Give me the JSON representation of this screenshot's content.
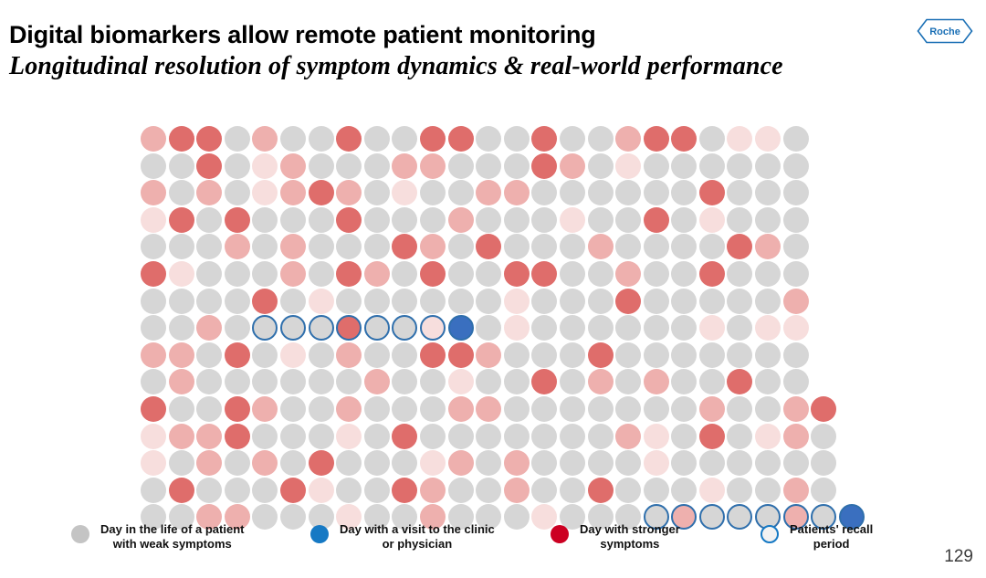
{
  "header": {
    "title": "Digital biomarkers allow remote patient monitoring",
    "subtitle": "Longitudinal resolution of symptom dynamics & real-world performance"
  },
  "logo": {
    "name": "roche-logo",
    "text": "Roche",
    "color": "#1a6fb5"
  },
  "page_number": "129",
  "palette": {
    "grey": "#d6d6d6",
    "pink_light": "#f7dedd",
    "pink_mid": "#eeb0ae",
    "red_strong": "#df6d6b",
    "blue_solid": "#3a6fbf",
    "blue_ring": "#2f6fac",
    "legend_grey": "#c4c4c4",
    "legend_blue": "#1679c4",
    "legend_red": "#cc0022"
  },
  "legend": {
    "items": [
      {
        "name": "legend-weak-symptoms",
        "swatch": "grey",
        "label": "Day in the life of a patient\nwith weak symptoms"
      },
      {
        "name": "legend-clinic-visit",
        "swatch": "blue",
        "label": "Day with a visit to the clinic\nor physician"
      },
      {
        "name": "legend-strong-symptoms",
        "swatch": "red",
        "label": "Day with stronger\nsymptoms"
      },
      {
        "name": "legend-recall-period",
        "swatch": "ring",
        "label": "Patients' recall\nperiod"
      }
    ]
  },
  "chart_data": {
    "type": "heatmap",
    "title": "Digital biomarkers allow remote patient monitoring",
    "subtitle": "Longitudinal resolution of symptom dynamics & real-world performance",
    "xlabel": "",
    "ylabel": "",
    "grid": false,
    "legend_position": "bottom",
    "rows": 15,
    "columns": 25,
    "cell_legend": {
      "g": "Day in the life of a patient with weak symptoms",
      "p": "Mild symptom day (light pink)",
      "m": "Moderate symptom day (medium pink)",
      "r": "Day with stronger symptoms",
      "B": "Day with a visit to the clinic or physician",
      "Rg": "Patients' recall period — grey day",
      "Rp": "Patients' recall period — light pink day",
      "Rm": "Patients' recall period — medium pink day",
      "Rr": "Patients' recall period — stronger symptom day",
      "RB": "Patients' recall period — clinic visit day"
    },
    "matrix": [
      [
        "m",
        "r",
        "r",
        "g",
        "m",
        "g",
        "g",
        "r",
        "g",
        "g",
        "r",
        "r",
        "g",
        "g",
        "r",
        "g",
        "g",
        "m",
        "r",
        "r",
        "g",
        "p",
        "p",
        "g"
      ],
      [
        "g",
        "g",
        "r",
        "g",
        "p",
        "m",
        "g",
        "g",
        "g",
        "m",
        "m",
        "g",
        "g",
        "g",
        "r",
        "m",
        "g",
        "p",
        "g",
        "g",
        "g",
        "g",
        "g",
        "g"
      ],
      [
        "m",
        "g",
        "m",
        "g",
        "p",
        "m",
        "r",
        "m",
        "g",
        "p",
        "g",
        "g",
        "m",
        "m",
        "g",
        "g",
        "g",
        "g",
        "g",
        "g",
        "r",
        "g",
        "g",
        "g"
      ],
      [
        "p",
        "r",
        "g",
        "r",
        "g",
        "g",
        "g",
        "r",
        "g",
        "g",
        "g",
        "m",
        "g",
        "g",
        "g",
        "p",
        "g",
        "g",
        "r",
        "g",
        "p",
        "g",
        "g",
        "g"
      ],
      [
        "g",
        "g",
        "g",
        "m",
        "g",
        "m",
        "g",
        "g",
        "g",
        "r",
        "m",
        "g",
        "r",
        "g",
        "g",
        "g",
        "m",
        "g",
        "g",
        "g",
        "g",
        "r",
        "m",
        "g"
      ],
      [
        "r",
        "p",
        "g",
        "g",
        "g",
        "m",
        "g",
        "r",
        "m",
        "g",
        "r",
        "g",
        "g",
        "r",
        "r",
        "g",
        "g",
        "m",
        "g",
        "g",
        "r",
        "g",
        "g",
        "g"
      ],
      [
        "g",
        "g",
        "g",
        "g",
        "r",
        "g",
        "p",
        "g",
        "g",
        "g",
        "g",
        "g",
        "g",
        "p",
        "g",
        "g",
        "g",
        "r",
        "g",
        "g",
        "g",
        "g",
        "g",
        "m"
      ],
      [
        "g",
        "g",
        "m",
        "g",
        "Rg",
        "Rg",
        "Rg",
        "Rr",
        "Rg",
        "Rg",
        "Rp",
        "RB",
        "g",
        "p",
        "g",
        "g",
        "g",
        "g",
        "g",
        "g",
        "p",
        "g",
        "p",
        "p"
      ],
      [
        "m",
        "m",
        "g",
        "r",
        "g",
        "p",
        "g",
        "m",
        "g",
        "g",
        "r",
        "r",
        "m",
        "g",
        "g",
        "g",
        "r",
        "g",
        "g",
        "g",
        "g",
        "g",
        "g",
        "g"
      ],
      [
        "g",
        "m",
        "g",
        "g",
        "g",
        "g",
        "g",
        "g",
        "m",
        "g",
        "g",
        "p",
        "g",
        "g",
        "r",
        "g",
        "m",
        "g",
        "m",
        "g",
        "g",
        "r",
        "g",
        "g"
      ],
      [
        "r",
        "g",
        "g",
        "r",
        "m",
        "g",
        "g",
        "m",
        "g",
        "g",
        "g",
        "m",
        "m",
        "g",
        "g",
        "g",
        "g",
        "g",
        "g",
        "g",
        "m",
        "g",
        "g",
        "m",
        "r"
      ],
      [
        "p",
        "m",
        "m",
        "r",
        "g",
        "g",
        "g",
        "p",
        "g",
        "r",
        "g",
        "g",
        "g",
        "g",
        "g",
        "g",
        "g",
        "m",
        "p",
        "g",
        "r",
        "g",
        "p",
        "m",
        "g"
      ],
      [
        "p",
        "g",
        "m",
        "g",
        "m",
        "g",
        "r",
        "g",
        "g",
        "g",
        "p",
        "m",
        "g",
        "m",
        "g",
        "g",
        "g",
        "g",
        "p",
        "g",
        "g",
        "g",
        "g",
        "g",
        "g"
      ],
      [
        "g",
        "r",
        "g",
        "g",
        "g",
        "r",
        "p",
        "g",
        "g",
        "r",
        "m",
        "g",
        "g",
        "m",
        "g",
        "g",
        "r",
        "g",
        "g",
        "g",
        "p",
        "g",
        "g",
        "m",
        "g"
      ],
      [
        "g",
        "g",
        "m",
        "m",
        "g",
        "g",
        "g",
        "p",
        "g",
        "g",
        "m",
        "g",
        "g",
        "g",
        "p",
        "g",
        "g",
        "g",
        "Rg",
        "Rm",
        "Rg",
        "Rg",
        "Rg",
        "Rm",
        "Rg",
        "RB"
      ]
    ]
  }
}
